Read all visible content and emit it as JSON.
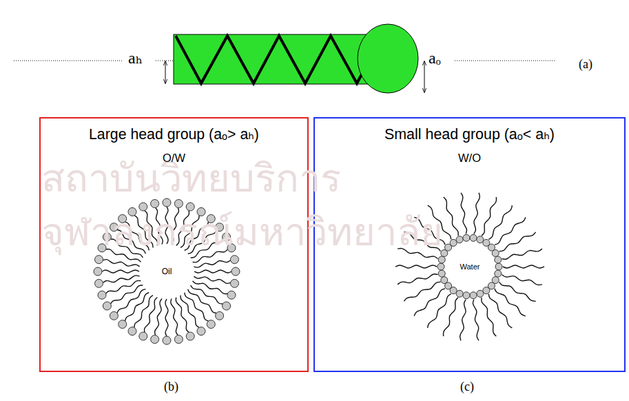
{
  "diagram": {
    "nodes": [
      {
        "text": [
          "Large head group (aₒ> aₕ)",
          "O/W"
        ]
      },
      {
        "text": [
          "Oil"
        ],
        "in": 0
      },
      {
        "text": [
          "Small head group (aₒ< aₕ)",
          "W/O"
        ]
      },
      {
        "text": [
          "Water"
        ],
        "in": 2
      }
    ],
    "labels": [
      "aₕ",
      "aₒ",
      "(a)",
      "สถาบันวิทยบริการ",
      "จุฬาลงกรณ์มหาวิทยาลัย",
      "(b)",
      "(c)"
    ]
  }
}
